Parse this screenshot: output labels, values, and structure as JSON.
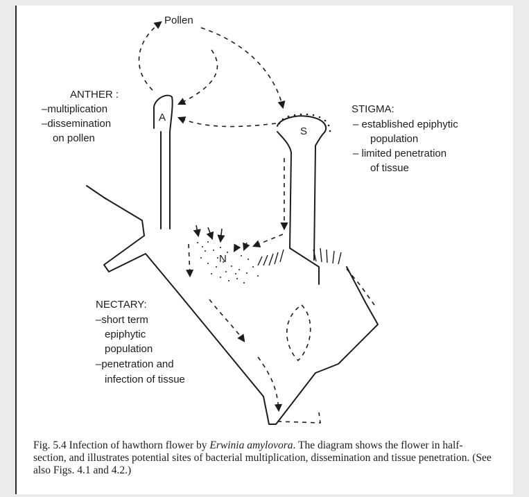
{
  "labels": {
    "pollen": "Pollen",
    "anther_title": "ANTHER :",
    "anther_l1": "–multiplication",
    "anther_l2": "–dissemination",
    "anther_l3": "on  pollen",
    "stigma_title": "STIGMA:",
    "stigma_l1": "–  established  epiphytic",
    "stigma_l2": "population",
    "stigma_l3": "–  limited  penetration",
    "stigma_l4": "of  tissue",
    "nectary_title": "NECTARY:",
    "nectary_l1": "–short  term",
    "nectary_l2": "epiphytic",
    "nectary_l3": "population",
    "nectary_l4": "–penetration  and",
    "nectary_l5": "infection  of  tissue",
    "anther_letter": "A",
    "stigma_letter": "S",
    "nectary_letter": "N"
  },
  "caption": {
    "prefix": "Fig. 5.4 Infection of hawthorn flower by ",
    "species": "Erwinia amylovora",
    "suffix": ". The diagram shows the flower in half-section, and illustrates potential sites of bacterial multiplication, dissemination and tissue penetration. (See also Figs. 4.1 and 4.2.)"
  }
}
